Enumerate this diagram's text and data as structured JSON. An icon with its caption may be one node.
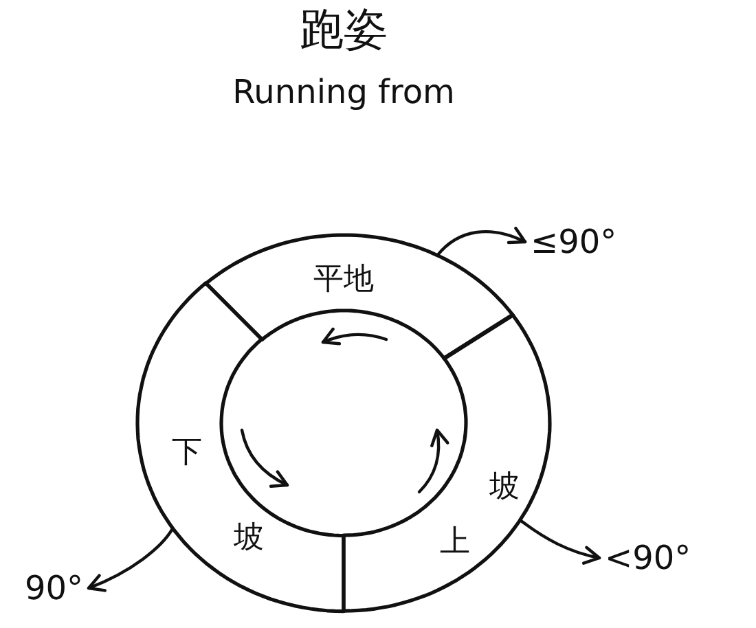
{
  "diagram": {
    "title": "跑姿",
    "nodes": [
      {
        "text": [
          "平地"
        ]
      },
      {
        "text": [
          "≤90°"
        ]
      },
      {
        "text": [
          "下",
          "坡"
        ]
      },
      {
        "text": [
          "上",
          "坡"
        ]
      },
      {
        "text": [
          "90°"
        ]
      },
      {
        "text": [
          "<90°"
        ]
      }
    ],
    "edges": [
      {
        "from": 0,
        "to": 1,
        "arrow": "to"
      },
      {
        "from": 2,
        "to": 4,
        "arrow": "to"
      },
      {
        "from": 3,
        "to": 5,
        "arrow": "to"
      }
    ],
    "labels": [
      "Running from"
    ]
  }
}
